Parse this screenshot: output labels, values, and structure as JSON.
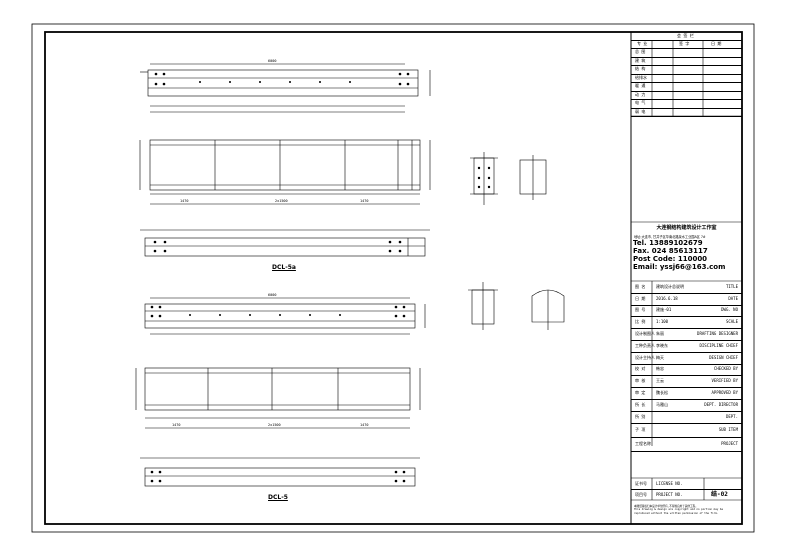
{
  "title_block": {
    "sign_header": "会 签 栏",
    "sign_columns": [
      "专 业",
      "签 字",
      "日 期"
    ],
    "sign_rows": [
      "总 图",
      "建 筑",
      "结 构",
      "给排水",
      "暖 通",
      "动 力",
      "电 气",
      "弱 电"
    ],
    "firm_name": "大连钢结构建筑设计工作室",
    "firm_address": "地址:大连市, 甘井子区华南北路泉水工业园A区 7#",
    "tel": "Tel. 13889102679",
    "fax": "Fax. 024 85613117",
    "post_code": "Post Code: 110000",
    "email": "Email: yssj66@163.com",
    "info_rows": [
      {
        "label": "图 名",
        "value": "建筑设计总说明",
        "en": "TITLE"
      },
      {
        "label": "日 期",
        "value": "2016.6.18",
        "en": "DATE"
      },
      {
        "label": "图 号",
        "value": "建施-01",
        "en": "DWG. NO"
      },
      {
        "label": "比 例",
        "value": "1:100",
        "en": "SCALE"
      },
      {
        "label": "设计制图人",
        "value": "朱丽",
        "en": "DRAFTING DESIGNER"
      },
      {
        "label": "工种负责人",
        "value": "李晓东",
        "en": "DISCIPLINE CHIEF"
      },
      {
        "label": "设计主持人",
        "value": "梅天",
        "en": "DESIGN CHIEF"
      },
      {
        "label": "校 对",
        "value": "韩忠",
        "en": "CHECKED BY"
      },
      {
        "label": "审 核",
        "value": "王云",
        "en": "VERIFIED BY"
      },
      {
        "label": "审 定",
        "value": "魏长松",
        "en": "APPROVED BY"
      },
      {
        "label": "所 长",
        "value": "马雅山",
        "en": "DEPT. DIRECTOR"
      },
      {
        "label": "所 别",
        "value": "",
        "en": "DEPT."
      },
      {
        "label": "子 项",
        "value": "",
        "en": "SUB ITEM"
      },
      {
        "label": "工程名称",
        "value": "",
        "en": "PROJECT"
      }
    ],
    "license_label": "证书号",
    "license_en": "LICENSE NO.",
    "project_no_label": "项目号",
    "project_no_en": "PROJECT NO.",
    "sheet_no": "结-02",
    "copyright_cn": "本图纸版权归本设计单位所有,不得擅自用于其他工程。",
    "copyright_en": "This drawing & design are copyright and no portion may be reproduced without the written permission of the firm."
  },
  "drawing": {
    "beam1_label": "DCL-5a",
    "beam2_label": "DCL-5",
    "dim_total": "6000",
    "dim_left": "1470",
    "dim_mid": "2x1500",
    "dim_right": "1470"
  }
}
